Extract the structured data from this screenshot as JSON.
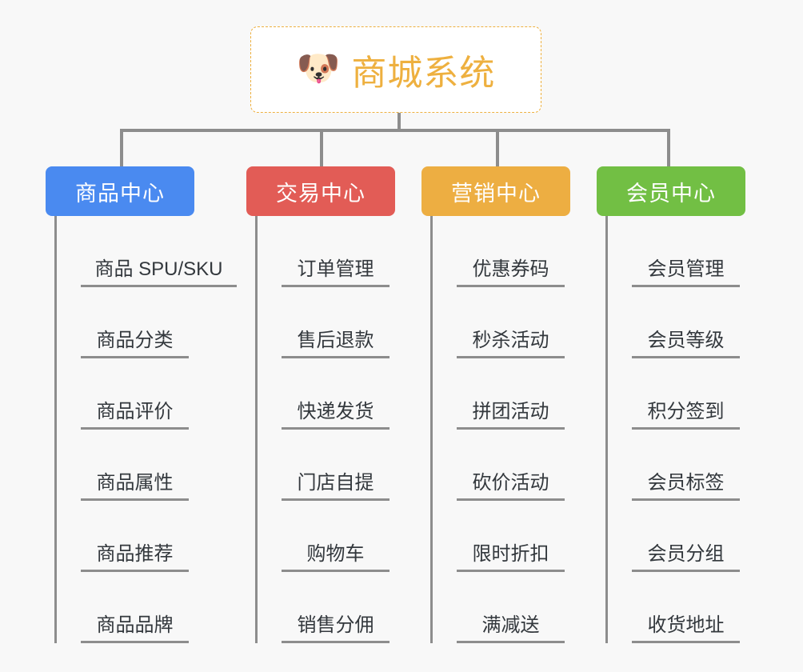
{
  "page": {
    "background_color": "#f8f8f8",
    "line_color": "#8d8d8d",
    "text_color": "#33383d"
  },
  "root": {
    "icon": "dog-face-emoji",
    "icon_glyph": "🐶",
    "title": "商城系统",
    "border_color": "#eeb03f",
    "text_color": "#eeb03f",
    "background_color": "#ffffff"
  },
  "categories": [
    {
      "label": "商品中心",
      "color": "#4a8af0",
      "items": [
        {
          "label": "商品 SPU/SKU",
          "wide": true
        },
        {
          "label": "商品分类",
          "wide": false
        },
        {
          "label": "商品评价",
          "wide": false
        },
        {
          "label": "商品属性",
          "wide": false
        },
        {
          "label": "商品推荐",
          "wide": false
        },
        {
          "label": "商品品牌",
          "wide": false
        }
      ]
    },
    {
      "label": "交易中心",
      "color": "#e25c56",
      "items": [
        {
          "label": "订单管理",
          "wide": false
        },
        {
          "label": "售后退款",
          "wide": false
        },
        {
          "label": "快递发货",
          "wide": false
        },
        {
          "label": "门店自提",
          "wide": false
        },
        {
          "label": "购物车",
          "wide": false
        },
        {
          "label": "销售分佣",
          "wide": false
        }
      ]
    },
    {
      "label": "营销中心",
      "color": "#edae42",
      "items": [
        {
          "label": "优惠券码",
          "wide": false
        },
        {
          "label": "秒杀活动",
          "wide": false
        },
        {
          "label": "拼团活动",
          "wide": false
        },
        {
          "label": "砍价活动",
          "wide": false
        },
        {
          "label": "限时折扣",
          "wide": false
        },
        {
          "label": "满减送",
          "wide": false
        }
      ]
    },
    {
      "label": "会员中心",
      "color": "#72bf44",
      "items": [
        {
          "label": "会员管理",
          "wide": false
        },
        {
          "label": "会员等级",
          "wide": false
        },
        {
          "label": "积分签到",
          "wide": false
        },
        {
          "label": "会员标签",
          "wide": false
        },
        {
          "label": "会员分组",
          "wide": false
        },
        {
          "label": "收货地址",
          "wide": false
        }
      ]
    }
  ]
}
